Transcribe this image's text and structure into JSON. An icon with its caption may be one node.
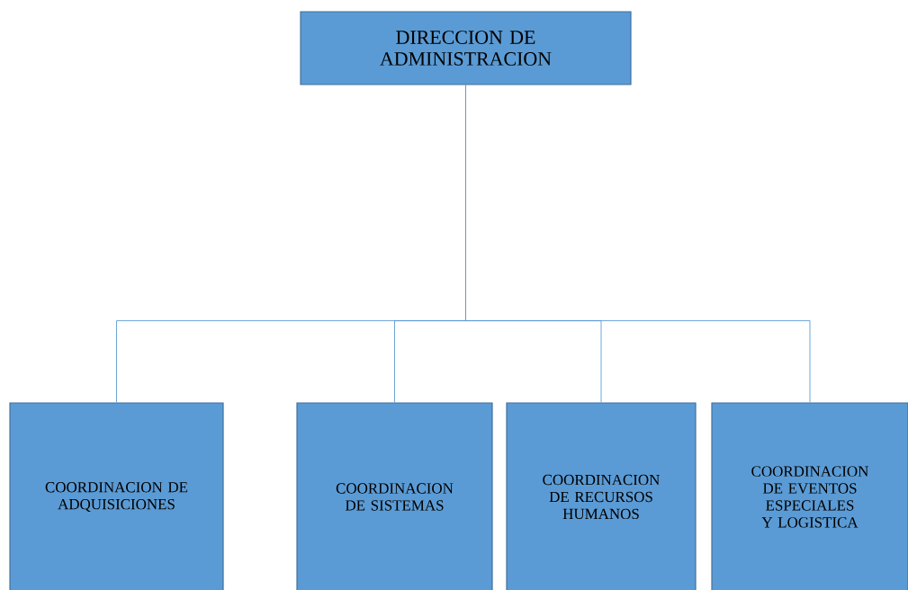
{
  "diagram": {
    "nodes": [
      {
        "text": [
          "DIRECCION DE ADMINISTRACION"
        ]
      },
      {
        "text": [
          "COORDINACION DE ADQUISICIONES"
        ]
      },
      {
        "text": [
          "COORDINACION DE SISTEMAS"
        ]
      },
      {
        "text": [
          "COORDINACION DE RECURSOS HUMANOS"
        ]
      },
      {
        "text": [
          "COORDINACION DE EVENTOS ESPECIALES Y LOGISTICA"
        ]
      }
    ],
    "edges": [
      {
        "from": 0,
        "to": 1,
        "arrow": "none"
      },
      {
        "from": 0,
        "to": 2,
        "arrow": "none"
      },
      {
        "from": 0,
        "to": 3,
        "arrow": "none"
      },
      {
        "from": 0,
        "to": 4,
        "arrow": "none"
      }
    ]
  }
}
